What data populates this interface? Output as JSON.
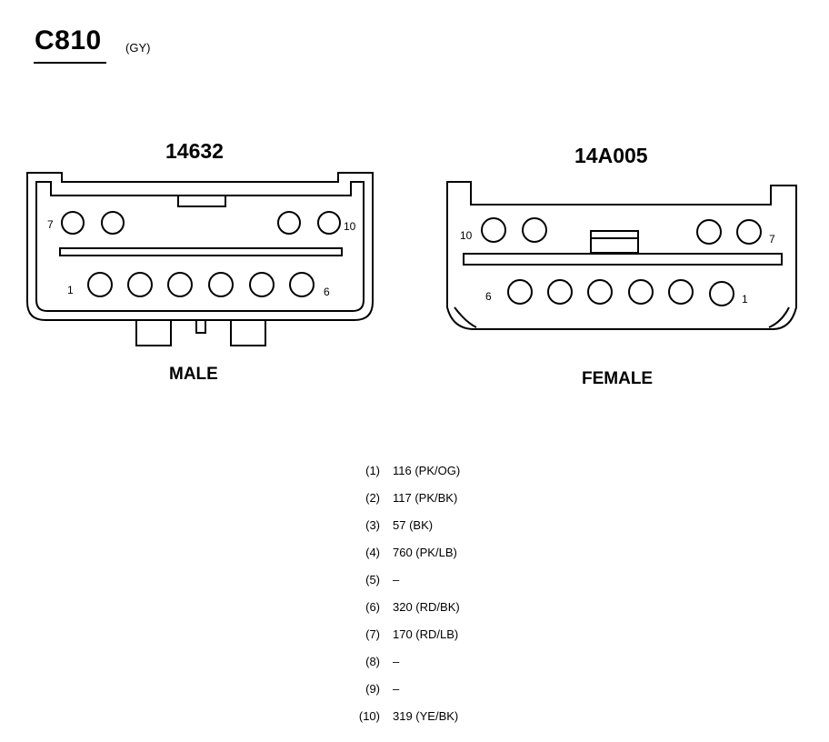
{
  "connector": {
    "id": "C810",
    "color_code": "(GY)"
  },
  "male": {
    "part_number": "14632",
    "label": "MALE",
    "top_row_pins": [
      "7",
      "10"
    ],
    "bottom_row_pins": [
      "1",
      "6"
    ]
  },
  "female": {
    "part_number": "14A005",
    "label": "FEMALE",
    "top_row_pins": [
      "10",
      "7"
    ],
    "bottom_row_pins": [
      "6",
      "1"
    ]
  },
  "pinout": [
    {
      "cavity": "(1)",
      "circuit": "116 (PK/OG)"
    },
    {
      "cavity": "(2)",
      "circuit": "117 (PK/BK)"
    },
    {
      "cavity": "(3)",
      "circuit": "57 (BK)"
    },
    {
      "cavity": "(4)",
      "circuit": "760 (PK/LB)"
    },
    {
      "cavity": "(5)",
      "circuit": "–"
    },
    {
      "cavity": "(6)",
      "circuit": "320 (RD/BK)"
    },
    {
      "cavity": "(7)",
      "circuit": "170 (RD/LB)"
    },
    {
      "cavity": "(8)",
      "circuit": "–"
    },
    {
      "cavity": "(9)",
      "circuit": "–"
    },
    {
      "cavity": "(10)",
      "circuit": "319 (YE/BK)"
    }
  ]
}
